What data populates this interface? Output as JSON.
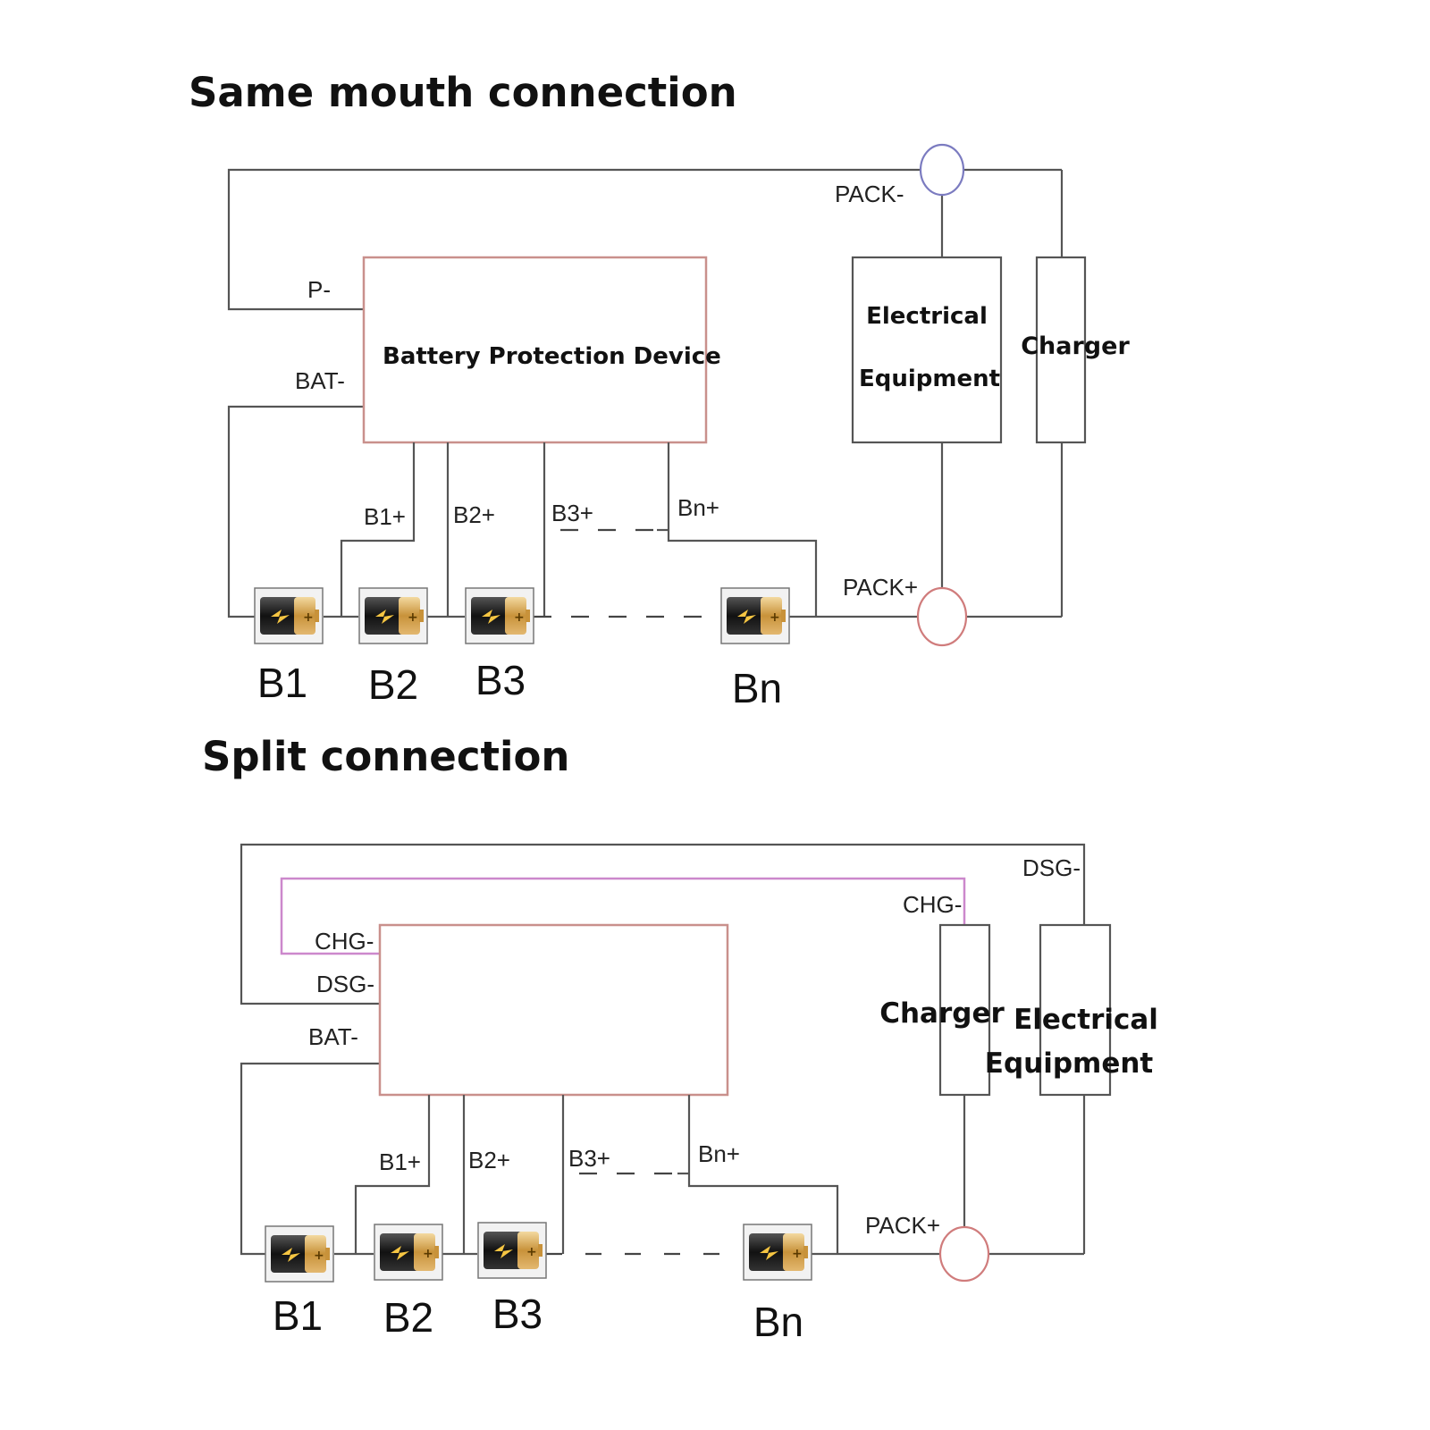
{
  "top": {
    "title": "Same mouth connection",
    "bpd_label": "Battery Protection Device",
    "electrical_line1": "Electrical",
    "electrical_line2": "Equipment",
    "charger": "Charger",
    "p_minus": "P-",
    "bat_minus": "BAT-",
    "pack_minus": "PACK-",
    "pack_plus": "PACK+",
    "taps": [
      "B1+",
      "B2+",
      "B3+",
      "Bn+"
    ],
    "cells": [
      "B1",
      "B2",
      "B3",
      "Bn"
    ]
  },
  "bottom": {
    "title": "Split connection",
    "chg_minus_left": "CHG-",
    "dsg_minus_left": "DSG-",
    "bat_minus": "BAT-",
    "chg_minus_right": "CHG-",
    "dsg_minus_right": "DSG-",
    "charger": "Charger",
    "electrical_line1": "Electrical",
    "electrical_line2": "Equipment",
    "pack_plus": "PACK+",
    "taps": [
      "B1+",
      "B2+",
      "B3+",
      "Bn+"
    ],
    "cells": [
      "B1",
      "B2",
      "B3",
      "Bn"
    ]
  },
  "colors": {
    "wire": "#555555",
    "bpd_border": "#c9908c",
    "pack_minus_circle": "#7b7bc0",
    "pack_plus_circle": "#d07c7c",
    "chg_wire": "#cc88cc"
  }
}
